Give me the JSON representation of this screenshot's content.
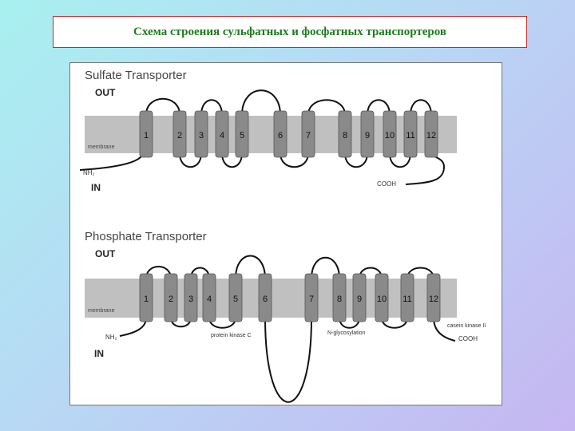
{
  "slide": {
    "title": "Схема строения сульфатных и фосфатных транспортеров"
  },
  "sulfate": {
    "title": "Sulfate Transporter",
    "out_label": "OUT",
    "in_label": "IN",
    "membrane_label": "membrane",
    "n_terminus": "NH₂",
    "c_terminus": "COOH",
    "helices": [
      "1",
      "2",
      "3",
      "4",
      "5",
      "6",
      "7",
      "8",
      "9",
      "10",
      "11",
      "12"
    ]
  },
  "phosphate": {
    "title": "Phosphate Transporter",
    "out_label": "OUT",
    "in_label": "IN",
    "membrane_label": "membrane",
    "n_terminus": "NH₂",
    "c_terminus": "COOH",
    "helices": [
      "1",
      "2",
      "3",
      "4",
      "5",
      "6",
      "7",
      "8",
      "9",
      "10",
      "11",
      "12"
    ],
    "annotations": {
      "protein_kinase_c": "protein kinase C",
      "n_glycosylation": "N-glycosylation",
      "casein_kinase_ii": "casein kinase II"
    }
  },
  "colors": {
    "membrane": "#c0c0c0",
    "helix": "#8a8a8a",
    "title_text": "#1e7a1e",
    "title_border": "#c03030"
  }
}
